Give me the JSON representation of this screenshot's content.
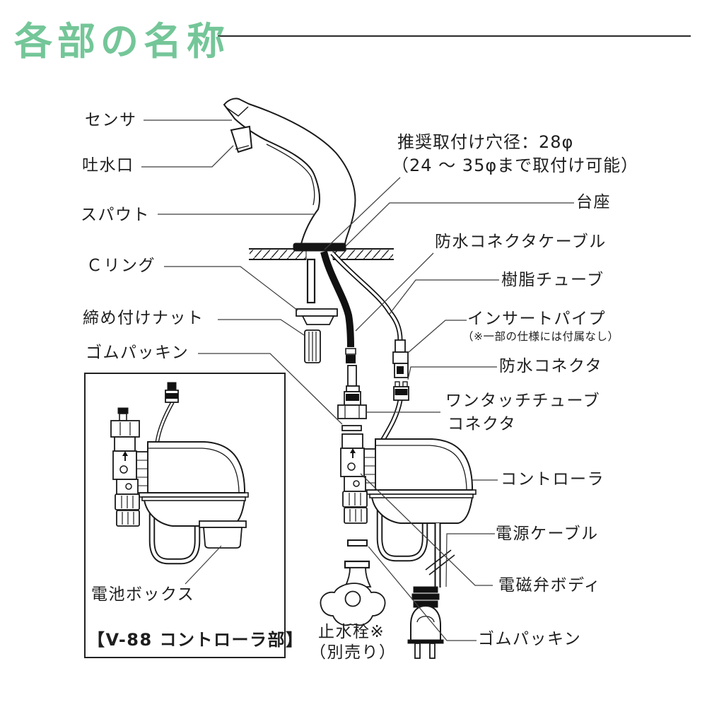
{
  "page": {
    "title": "各部の名称",
    "accent_color": "#74c698",
    "line_color": "#1a1a1a",
    "leader_color": "#3f3f3f"
  },
  "labels": {
    "sensor": "センサ",
    "spout_outlet": "吐水口",
    "spout": "スパウト",
    "c_ring": "Ｃリング",
    "tightening_nut": "締め付けナット",
    "rubber_packing_left": "ゴムパッキン",
    "battery_box": "電池ボックス",
    "v88_caption": "【V-88 コントローラ部】",
    "hole_note_line1": "推奨取付け穴径：28φ",
    "hole_note_line2": "（24 ～ 35φまで取付け可能）",
    "pedestal": "台座",
    "waterproof_connector_cable": "防水コネクタケーブル",
    "resin_tube": "樹脂チューブ",
    "insert_pipe": "インサートパイプ",
    "insert_pipe_note": "（※一部の仕様には付属なし）",
    "waterproof_connector": "防水コネクタ",
    "one_touch_line1": "ワンタッチチューブ",
    "one_touch_line2": "コネクタ",
    "controller": "コントローラ",
    "power_cable": "電源ケーブル",
    "solenoid_valve_body": "電磁弁ボディ",
    "rubber_packing_bottom": "ゴムパッキン",
    "stop_valve_line1": "止水栓※",
    "stop_valve_line2": "（別売り）"
  }
}
